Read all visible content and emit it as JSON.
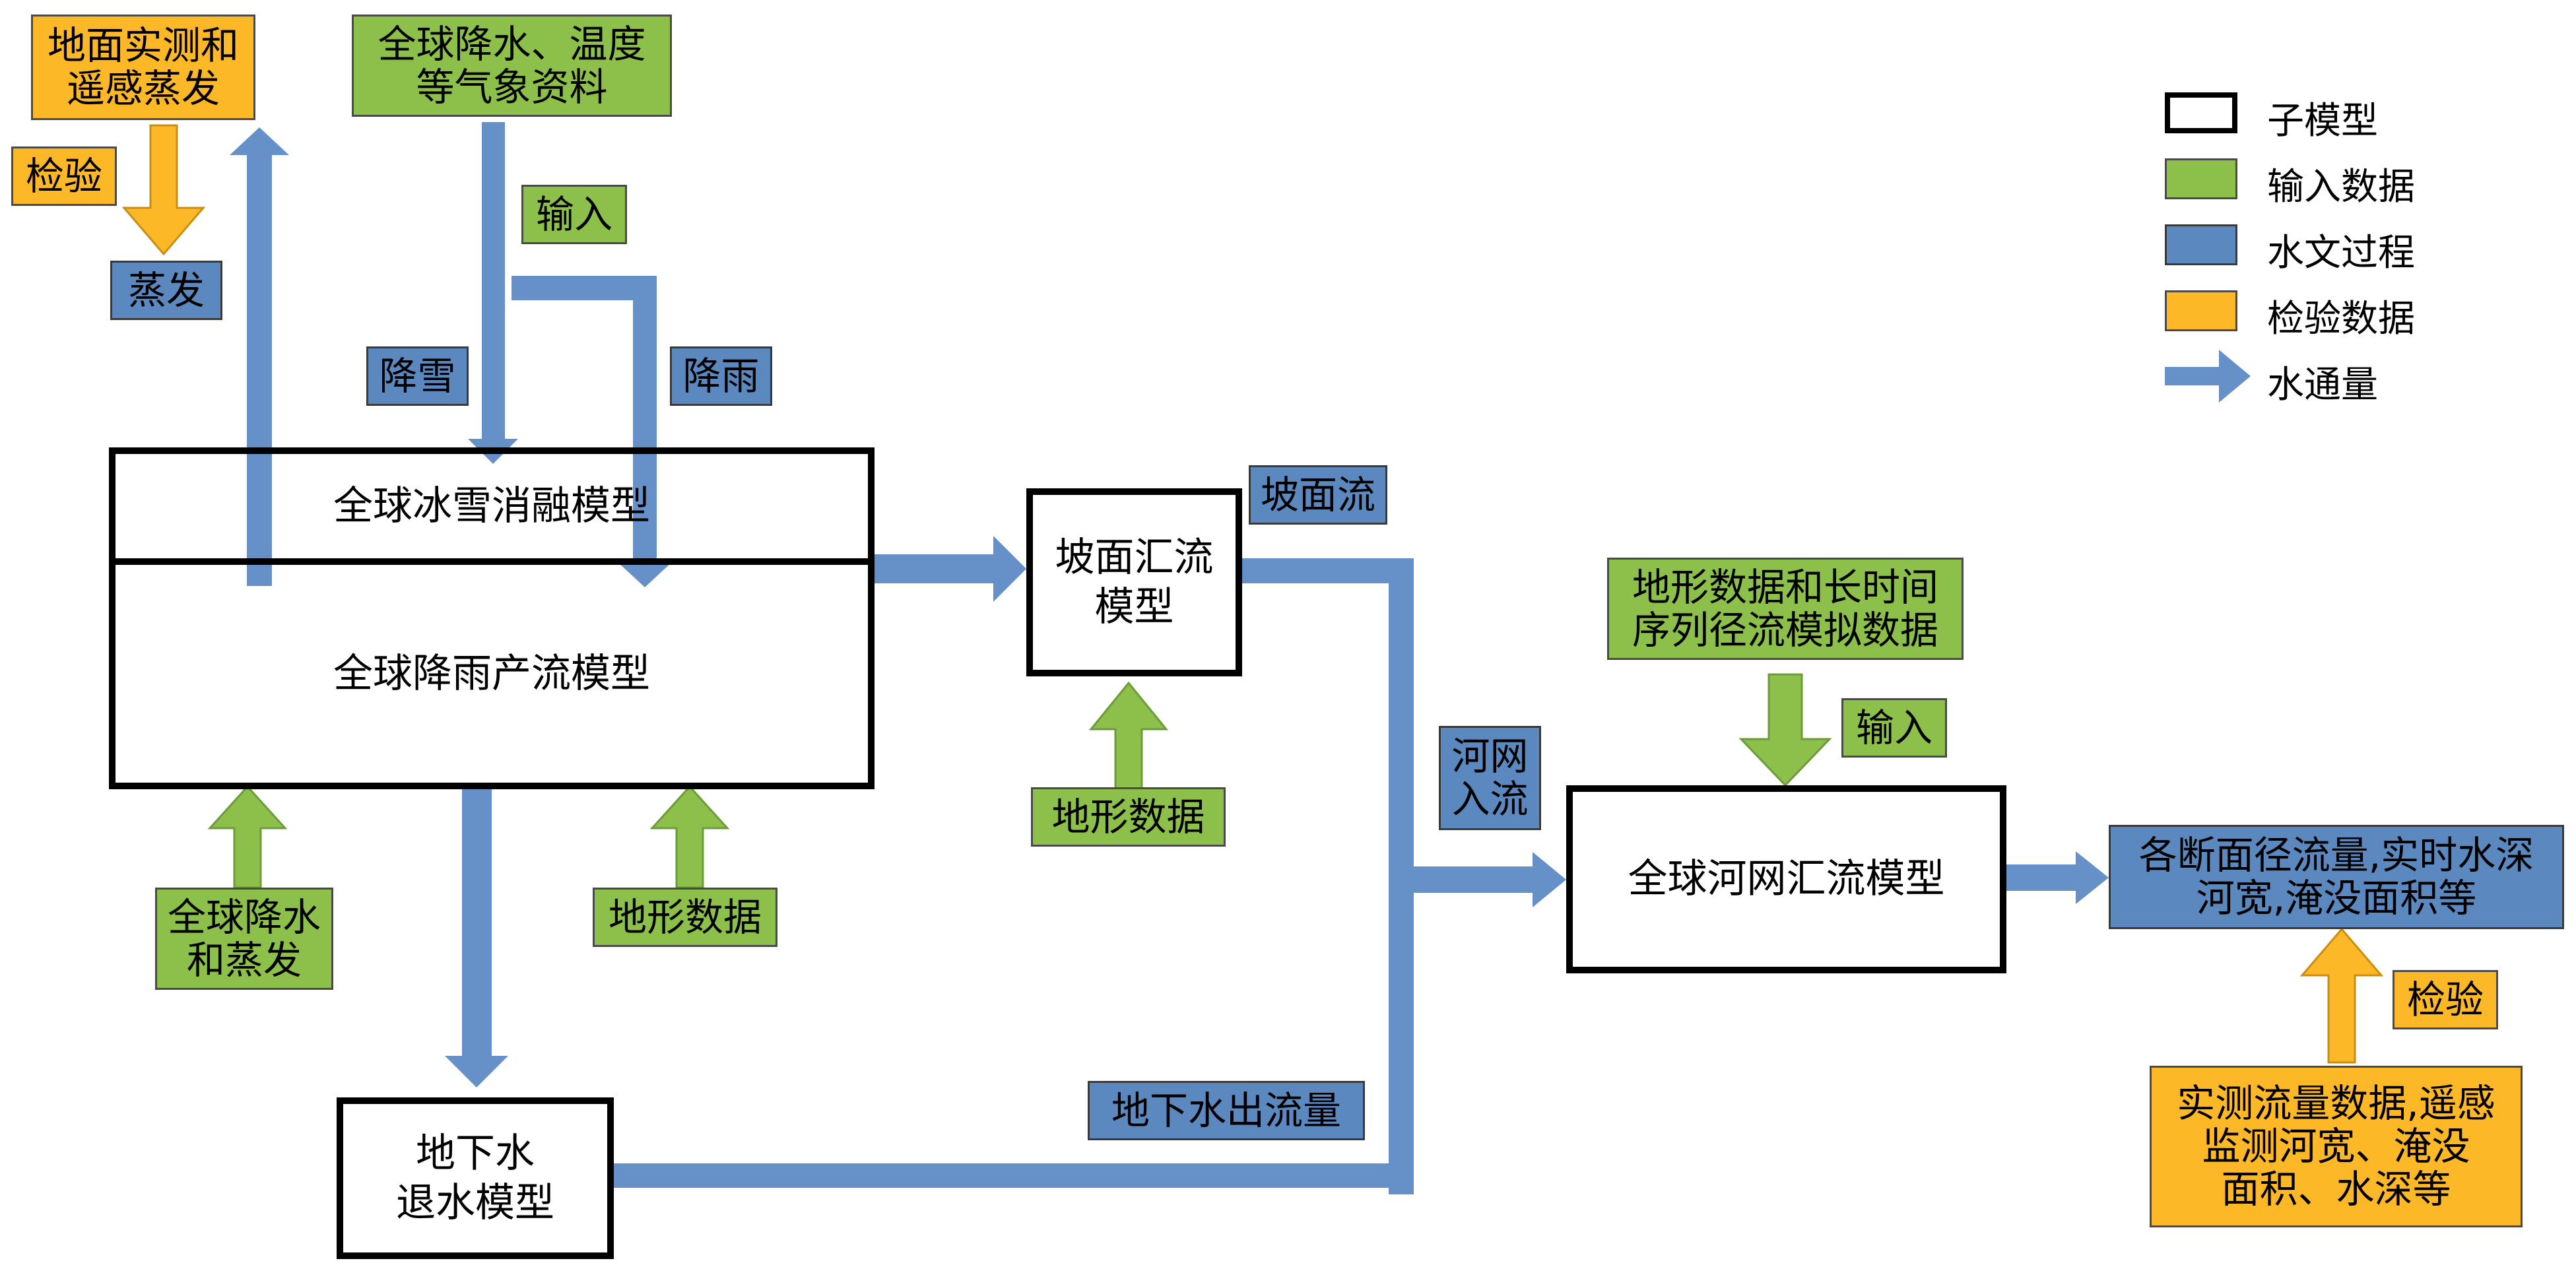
{
  "colors": {
    "input": "#8cc04a",
    "process": "#5b88bf",
    "validation": "#fdb827",
    "model_border": "#000000",
    "flux_arrow": "#6691c8"
  },
  "models": {
    "snowmelt": "全球冰雪消融模型",
    "rainfall_runoff": "全球降雨产流模型",
    "hillslope": "坡面汇流\n模型",
    "groundwater": "地下水\n退水模型",
    "river": "全球河网汇流模型"
  },
  "inputs": {
    "meteo": "全球降水、温度\n等气象资料",
    "input_label_top": "输入",
    "precip_evap": "全球降水\n和蒸发",
    "terrain_left": "地形数据",
    "terrain_mid": "地形数据",
    "terrain_runoff": "地形数据和长时间\n序列径流模拟数据",
    "input_label_right": "输入"
  },
  "processes": {
    "evaporation": "蒸发",
    "snowfall": "降雪",
    "rainfall": "降雨",
    "hillslope_flow": "坡面流",
    "river_inflow": "河网\n入流",
    "groundwater_outflow": "地下水出流量",
    "outputs": "各断面径流量,实时水深\n河宽,淹没面积等"
  },
  "validation": {
    "ground_rs_evap": "地面实测和\n遥感蒸发",
    "check_left": "检验",
    "observed": "实测流量数据,遥感\n监测河宽、淹没\n面积、水深等",
    "check_right": "检验"
  },
  "legend": {
    "items": [
      {
        "label": "子模型",
        "kind": "model"
      },
      {
        "label": "输入数据",
        "kind": "input"
      },
      {
        "label": "水文过程",
        "kind": "process"
      },
      {
        "label": "检验数据",
        "kind": "validation"
      },
      {
        "label": "水通量",
        "kind": "flux"
      }
    ]
  }
}
